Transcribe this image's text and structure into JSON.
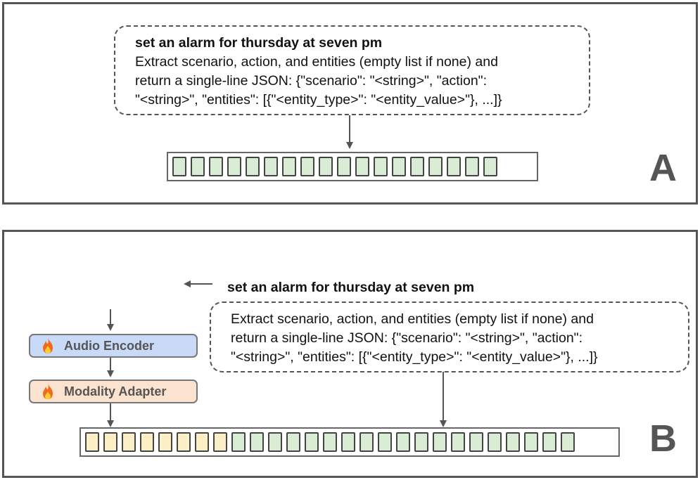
{
  "panel_a": {
    "letter": "A",
    "bold_line": "set an alarm for thursday at seven pm",
    "instruction": "Extract scenario, action, and entities (empty list if none) and\nreturn a single-line JSON: {\"scenario\": \"<string>\", \"action\":\n\"<string>\", \"entities\": [{\"<entity_type>\": \"<entity_value>\"}, ...]}",
    "tokens": {
      "text_count": 18
    }
  },
  "panel_b": {
    "letter": "B",
    "bold_line": "set an alarm for thursday at seven pm",
    "instruction": "Extract scenario, action, and entities (empty list if none) and\nreturn a single-line JSON: {\"scenario\": \"<string>\", \"action\":\n\"<string>\", \"entities\": [{\"<entity_type>\": \"<entity_value>\"}, ...]}",
    "audio_encoder_label": "Audio Encoder",
    "modality_adapter_label": "Modality Adapter",
    "tokens": {
      "audio_count": 8,
      "text_count": 19
    }
  },
  "colors": {
    "text_token_fill": "#d9ecd4",
    "audio_token_fill": "#fcefc6",
    "audio_encoder_fill": "#c9daf8",
    "modality_adapter_fill": "#fbe3cf",
    "border": "#555555"
  },
  "icons": [
    "fire-icon",
    "waveform-icon"
  ]
}
